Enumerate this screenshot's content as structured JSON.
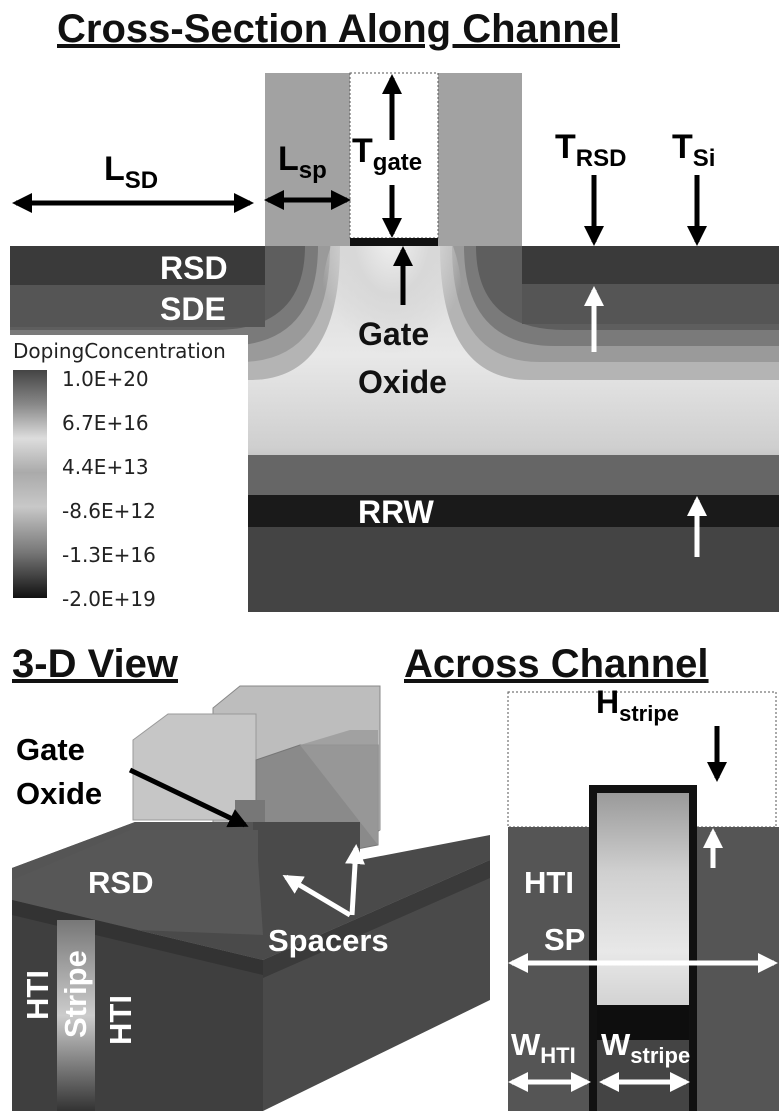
{
  "titles": {
    "top": "Cross-Section Along Channel",
    "view3d": "3-D View",
    "across": "Across Channel"
  },
  "top_section": {
    "dims": {
      "lsd": {
        "base": "L",
        "sub": "SD"
      },
      "lsp": {
        "base": "L",
        "sub": "sp"
      },
      "tgate": {
        "base": "T",
        "sub": "gate"
      },
      "trsd": {
        "base": "T",
        "sub": "RSD"
      },
      "tsi": {
        "base": "T",
        "sub": "Si"
      }
    },
    "labels": {
      "rsd": "RSD",
      "sde": "SDE",
      "gate_oxide_1": "Gate",
      "gate_oxide_2": "Oxide",
      "rrw": "RRW"
    },
    "legend": {
      "title": "DopingConcentration",
      "ticks": [
        "1.0E+20",
        "6.7E+16",
        "4.4E+13",
        "-8.6E+12",
        "-1.3E+16",
        "-2.0E+19"
      ]
    }
  },
  "view3d": {
    "labels": {
      "gate_oxide_1": "Gate",
      "gate_oxide_2": "Oxide",
      "rsd": "RSD",
      "spacers": "Spacers",
      "hti_left": "HTI",
      "stripe": "Stripe",
      "hti_right": "HTI"
    }
  },
  "across": {
    "labels": {
      "hstripe": {
        "base": "H",
        "sub": "stripe"
      },
      "hti": "HTI",
      "sp": "SP",
      "whti": {
        "base": "W",
        "sub": "HTI"
      },
      "wstripe": {
        "base": "W",
        "sub": "stripe"
      }
    }
  }
}
